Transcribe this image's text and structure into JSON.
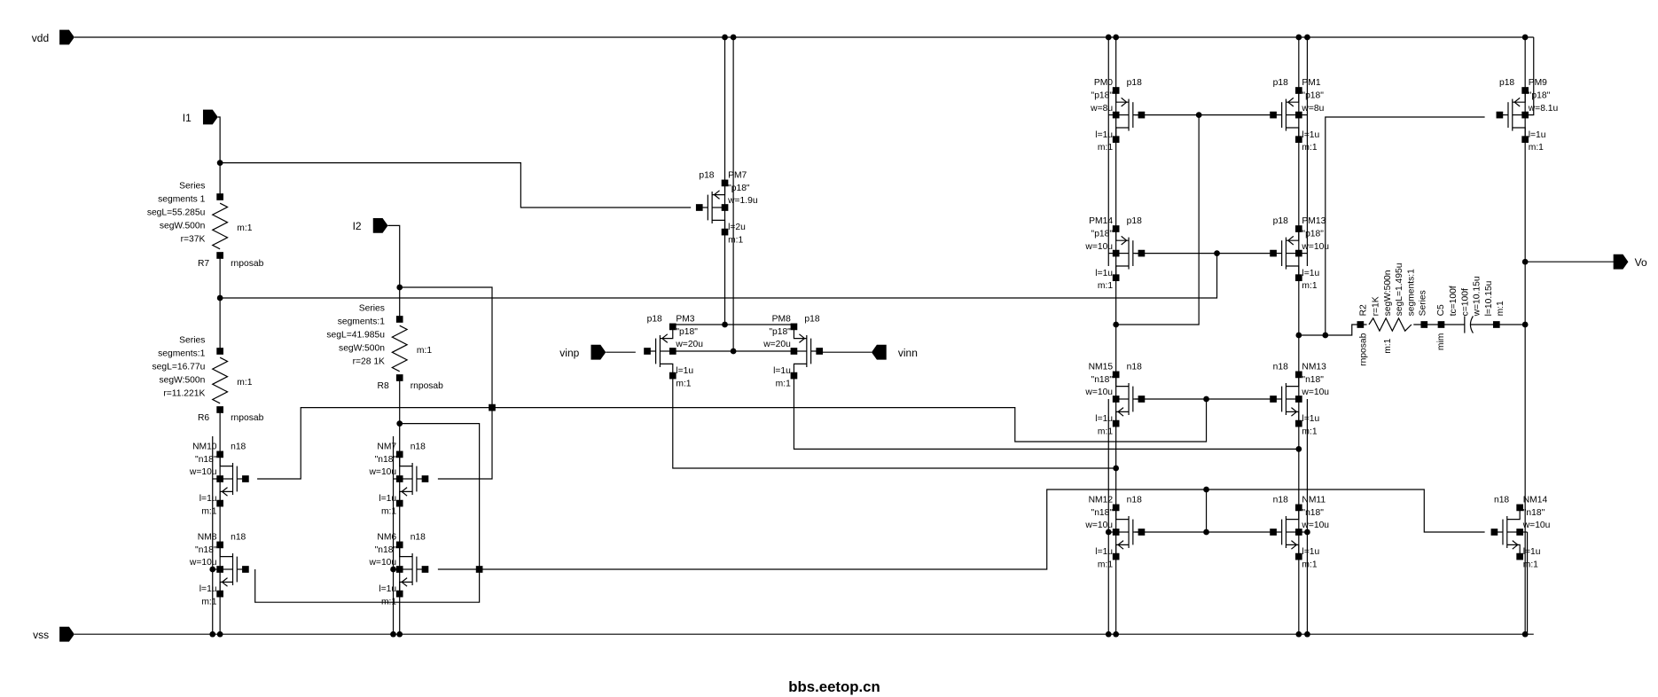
{
  "pins": {
    "vdd": "vdd",
    "vss": "vss",
    "i1": "I1",
    "i2": "I2",
    "vinp": "vinp",
    "vinn": "vinn",
    "vo": "Vo"
  },
  "transistors": {
    "PM7": {
      "name": "PM7",
      "cell": "p18",
      "model": "\"p18\"",
      "w": "w=1.9u",
      "l": "l=2u",
      "m": "m:1"
    },
    "PM3": {
      "name": "PM3",
      "cell": "p18",
      "model": "\"p18\"",
      "w": "w=20u",
      "l": "l=1u",
      "m": "m:1"
    },
    "PM8": {
      "name": "PM8",
      "cell": "p18",
      "model": "\"p18\"",
      "w": "w=20u",
      "l": "l=1u",
      "m": "m:1"
    },
    "PM0": {
      "name": "PM0",
      "cell": "p18",
      "model": "\"p18\"",
      "w": "w=8u",
      "l": "l=1u",
      "m": "m:1"
    },
    "PM1": {
      "name": "PM1",
      "cell": "p18",
      "model": "\"p18\"",
      "w": "w=8u",
      "l": "l=1u",
      "m": "m:1"
    },
    "PM14": {
      "name": "PM14",
      "cell": "p18",
      "model": "\"p18\"",
      "w": "w=10u",
      "l": "l=1u",
      "m": "m:1"
    },
    "PM13": {
      "name": "PM13",
      "cell": "p18",
      "model": "\"p18\"",
      "w": "w=10u",
      "l": "l=1u",
      "m": "m:1"
    },
    "PM9": {
      "name": "PM9",
      "cell": "p18",
      "model": "\"p18\"",
      "w": "w=8.1u",
      "l": "l=1u",
      "m": "m:1"
    },
    "NM15": {
      "name": "NM15",
      "cell": "n18",
      "model": "\"n18\"",
      "w": "w=10u",
      "l": "l=1u",
      "m": "m:1"
    },
    "NM13": {
      "name": "NM13",
      "cell": "n18",
      "model": "\"n18\"",
      "w": "w=10u",
      "l": "l=1u",
      "m": "m:1"
    },
    "NM12": {
      "name": "NM12",
      "cell": "n18",
      "model": "\"n18\"",
      "w": "w=10u",
      "l": "l=1u",
      "m": "m:1"
    },
    "NM11": {
      "name": "NM11",
      "cell": "n18",
      "model": "\"n18\"",
      "w": "w=10u",
      "l": "l=1u",
      "m": "m:1"
    },
    "NM14": {
      "name": "NM14",
      "cell": "n18",
      "model": "\"n18\"",
      "w": "w=10u",
      "l": "l=1u",
      "m": "m:1"
    },
    "NM10": {
      "name": "NM10",
      "cell": "n18",
      "model": "\"n18\"",
      "w": "w=10u",
      "l": "l=1u",
      "m": "m:1"
    },
    "NM8": {
      "name": "NM8",
      "cell": "n18",
      "model": "\"n18\"",
      "w": "w=10u",
      "l": "l=1u",
      "m": "m:1"
    },
    "NM7": {
      "name": "NM7",
      "cell": "n18",
      "model": "\"n18\"",
      "w": "w=10u",
      "l": "l=1u",
      "m": "m:1"
    },
    "NM6": {
      "name": "NM6",
      "cell": "n18",
      "model": "\"n18\"",
      "w": "w=10u",
      "l": "l=1u",
      "m": "m:1"
    }
  },
  "resistors": {
    "R7": {
      "name": "R7",
      "cell": "rnposab",
      "m": "m:1",
      "params": [
        "Series",
        "segments 1",
        "segL=55.285u",
        "segW.500n",
        "r=37K"
      ]
    },
    "R6": {
      "name": "R6",
      "cell": "rnposab",
      "m": "m:1",
      "params": [
        "Series",
        "segments:1",
        "segL=16.77u",
        "segW:500n",
        "r=11.221K"
      ]
    },
    "R8": {
      "name": "R8",
      "cell": "rnposab",
      "m": "m:1",
      "params": [
        "Series",
        "segments:1",
        "segL=41.985u",
        "segW:500n",
        "r=28 1K"
      ]
    },
    "R2": {
      "name": "R2",
      "cell": "rnposab",
      "m": "m:1",
      "params": [
        "r=1K",
        "segW:500n",
        "segL=1.495u",
        "segments:1",
        "Series"
      ]
    }
  },
  "capacitor": {
    "name": "C5",
    "cell": "mim",
    "params": [
      "tc=100f",
      "c=100f",
      "w=10.15u",
      "l=10.15u",
      "m:1"
    ]
  },
  "watermark": "bbs.eetop.cn"
}
